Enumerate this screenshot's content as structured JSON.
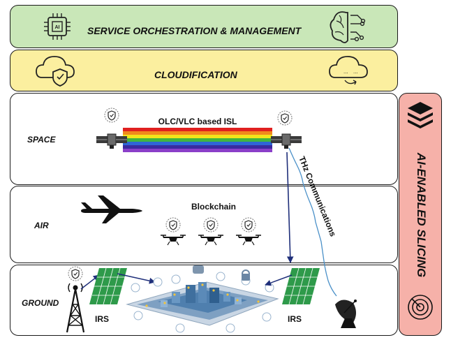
{
  "layers": {
    "service": {
      "label": "SERVICE ORCHESTRATION & MANAGEMENT",
      "color": "#c9e7b8"
    },
    "cloud": {
      "label": "CLOUDIFICATION",
      "color": "#fbef9f"
    },
    "space": {
      "label": "SPACE"
    },
    "air": {
      "label": "AIR"
    },
    "ground": {
      "label": "GROUND"
    }
  },
  "ai_slicing": {
    "label": "AI-ENABLED SLICING",
    "color": "#f6b1a9"
  },
  "links": {
    "isl_label": "OLC/VLC based ISL",
    "thz_label": "THz Communications",
    "blockchain_label": "Blockchain"
  },
  "irs": {
    "left_label": "IRS",
    "right_label": "IRS"
  },
  "icons": {
    "chip": "ai-chip-icon",
    "brain": "brain-circuit-icon",
    "cloud_shield": "cloud-shield-icon",
    "cloud_sync": "cloud-sync-icon",
    "layers": "layers-stack-icon",
    "radar": "radar-icon"
  }
}
